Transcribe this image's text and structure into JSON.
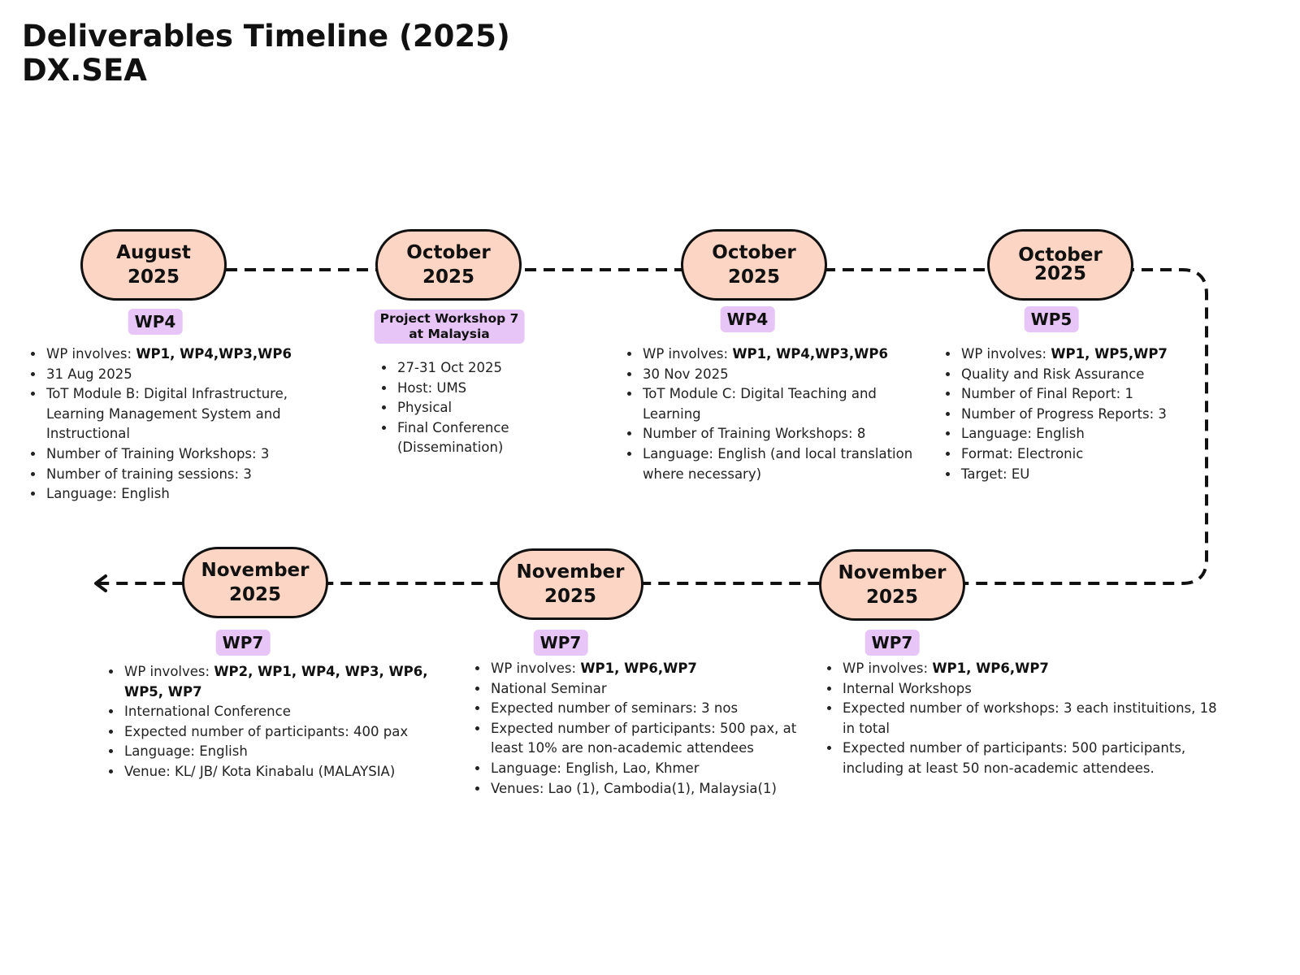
{
  "title": {
    "line1": "Deliverables Timeline (2025)",
    "line2": "DX.SEA"
  },
  "colors": {
    "pill_fill": "#fdd5c4",
    "tag_fill": "#e7c6f7",
    "line": "#111111"
  },
  "milestones": [
    {
      "month": "August",
      "year": "2025",
      "tag": "WP4",
      "details": [
        {
          "text": "WP involves: ",
          "bold": "WP1, WP4,WP3,WP6"
        },
        {
          "text": "31 Aug 2025"
        },
        {
          "text": "ToT Module B: Digital Infrastructure, Learning Management System and Instructional"
        },
        {
          "text": "Number of Training Workshops: 3"
        },
        {
          "text": "Number of training sessions: 3"
        },
        {
          "text": "Language: English"
        }
      ]
    },
    {
      "month": "October",
      "year": "2025",
      "tag_line1": "Project Workshop 7",
      "tag_line2": "at Malaysia",
      "details": [
        {
          "text": "27-31 Oct 2025"
        },
        {
          "text": "Host: UMS"
        },
        {
          "text": "Physical"
        },
        {
          "text": "Final Conference (Dissemination)"
        }
      ]
    },
    {
      "month": "October",
      "year": "2025",
      "tag": "WP4",
      "details": [
        {
          "text": "WP involves: ",
          "bold": "WP1, WP4,WP3,WP6"
        },
        {
          "text": "30 Nov 2025"
        },
        {
          "text": "ToT Module C: Digital Teaching and Learning"
        },
        {
          "text": "Number of Training Workshops: 8"
        },
        {
          "text": "Language: English (and local translation where necessary)"
        }
      ]
    },
    {
      "month": "October",
      "year": "2025",
      "tag": "WP5",
      "details": [
        {
          "text": "WP involves: ",
          "bold": "WP1, WP5,WP7"
        },
        {
          "text": "Quality and Risk Assurance"
        },
        {
          "text": "Number of Final Report: 1"
        },
        {
          "text": "Number of Progress Reports: 3"
        },
        {
          "text": "Language: English"
        },
        {
          "text": "Format: Electronic"
        },
        {
          "text": "Target: EU"
        }
      ]
    },
    {
      "month": "November",
      "year": "2025",
      "tag": "WP7",
      "details": [
        {
          "text": "WP involves: ",
          "bold": "WP1, WP6,WP7"
        },
        {
          "text": "Internal Workshops"
        },
        {
          "text": "Expected number of workshops: 3 each instituitions, 18 in total"
        },
        {
          "text": "Expected number of participants: 500 participants, including at  least 50 non-academic attendees."
        }
      ]
    },
    {
      "month": "November",
      "year": "2025",
      "tag": "WP7",
      "details": [
        {
          "text": "WP involves: ",
          "bold": "WP1, WP6,WP7"
        },
        {
          "text": "National Seminar"
        },
        {
          "text": "Expected number of seminars: 3 nos"
        },
        {
          "text": "Expected number of participants: 500 pax, at least 10% are non-academic attendees"
        },
        {
          "text": "Language: English, Lao, Khmer"
        },
        {
          "text": "Venues: Lao (1), Cambodia(1), Malaysia(1)"
        }
      ]
    },
    {
      "month": "November",
      "year": "2025",
      "tag": "WP7",
      "details": [
        {
          "text": "WP involves: ",
          "bold": "WP2, WP1, WP4, WP3, WP6, WP5, WP7"
        },
        {
          "text": "International Conference"
        },
        {
          "text": "Expected number of participants: 400 pax"
        },
        {
          "text": "Language: English"
        },
        {
          "text": "Venue: KL/ JB/ Kota Kinabalu (MALAYSIA)"
        }
      ]
    }
  ]
}
